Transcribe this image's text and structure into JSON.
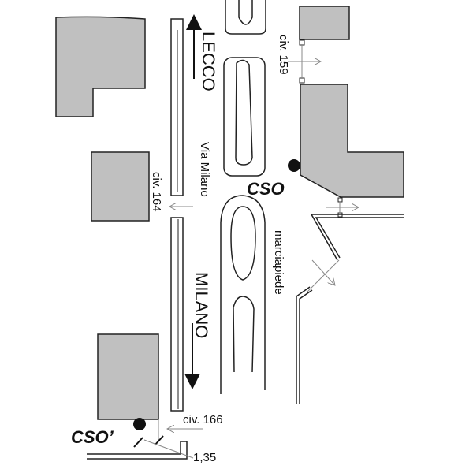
{
  "labels": {
    "lecco": "LECCO",
    "milano": "MILANO",
    "street": "Via Milano",
    "sidewalk": "marciapiede",
    "civ159": "civ. 159",
    "civ164": "civ. 164",
    "civ166": "civ. 166",
    "cso": "CSO",
    "cso_prime": "CSO’",
    "measure": "1,35"
  },
  "colors": {
    "building": "#c0c0c0",
    "line": "#222222",
    "marker": "#111111"
  }
}
